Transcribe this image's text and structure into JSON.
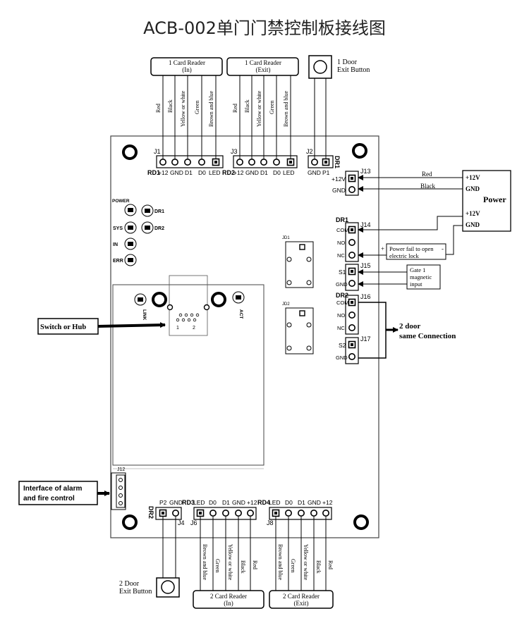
{
  "title": "ACB-002单门门禁控制板接线图",
  "readers": {
    "r1": {
      "title": "1 Card Reader",
      "sub": "(In)"
    },
    "r2": {
      "title": "1 Card Reader",
      "sub": "(Exit)"
    },
    "r3": {
      "title": "2 Card Reader",
      "sub": "(In)"
    },
    "r4": {
      "title": "2 Card Reader",
      "sub": "(Exit)"
    }
  },
  "wires": {
    "red": "Red",
    "black": "Black",
    "yw": "Yellow or white",
    "green": "Green",
    "bb": "Brown and blue"
  },
  "exit_buttons": {
    "door1_l1": "1 Door",
    "door1_l2": "Exit Button",
    "door2_l1": "2 Door",
    "door2_l2": "Exit Button"
  },
  "connectors": {
    "j1": "J1",
    "j2": "J2",
    "j3": "J3",
    "j4": "J4",
    "j6": "J6",
    "j8": "J8",
    "j12": "J12",
    "j13": "J13",
    "j14": "J14",
    "j15": "J15",
    "j16": "J16",
    "j17": "J17",
    "jd1": "JD1",
    "jd2": "JD2"
  },
  "pins": {
    "rd1": "RD1",
    "rd2": "RD2",
    "rd3": "RD3",
    "rd4": "RD4",
    "p12": "+12",
    "gnd": "GND",
    "d1": "D1",
    "d0": "D0",
    "led": "LED",
    "p1": "P1",
    "p2": "P2",
    "dr1": "DR1",
    "dr2": "DR2",
    "p12v": "+12V",
    "com": "COM",
    "no": "NO",
    "nc": "NC",
    "s1": "S1",
    "s2": "S2"
  },
  "leds": {
    "power": "POWER",
    "sys": "SYS",
    "in": "IN",
    "err": "ERR",
    "dr1": "DR1",
    "dr2": "DR2",
    "link": "LINK",
    "act": "ACT"
  },
  "rj45_pins": {
    "one": "1",
    "two": "2"
  },
  "power": {
    "title": "Power",
    "p12v": "+12V",
    "gnd": "GND",
    "red": "Red",
    "black": "Black"
  },
  "lock": {
    "line1": "Power fail to open",
    "line2": "electric lock",
    "plus": "+",
    "minus": "-"
  },
  "gate": {
    "line1": "Gate 1",
    "line2": "magnetic",
    "line3": "input"
  },
  "two_door": {
    "line1": "2 door",
    "line2": "same Connection"
  },
  "switch_label": "Switch or Hub",
  "alarm": {
    "line1": "Interface of alarm",
    "line2": "and fire control"
  }
}
